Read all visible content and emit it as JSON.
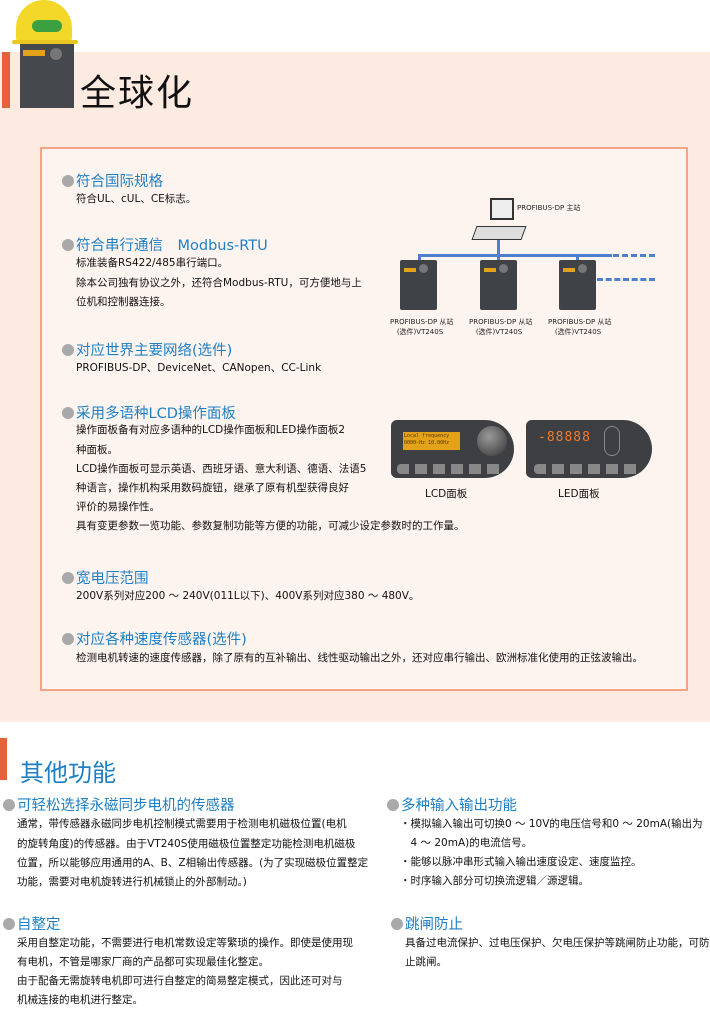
{
  "section1": {
    "title": "全球化",
    "features": [
      {
        "heading": "符合国际规格",
        "lines": [
          "符合UL、cUL、CE标志。"
        ]
      },
      {
        "heading": "符合串行通信　Modbus-RTU",
        "lines": [
          "标准装备RS422/485串行端口。",
          "除本公司独有协议之外，还符合Modbus-RTU，可方便地与上",
          "位机和控制器连接。"
        ]
      },
      {
        "heading": "对应世界主要网络(选件)",
        "lines": [
          "PROFIBUS-DP、DeviceNet、CANopen、CC-Link"
        ]
      },
      {
        "heading": "采用多语种LCD操作面板",
        "lines": [
          "操作面板备有对应多语种的LCD操作面板和LED操作面板2",
          "种面板。",
          "LCD操作面板可显示英语、西班牙语、意大利语、德语、法语5",
          "种语言，操作机构采用数码旋钮，继承了原有机型获得良好",
          "评价的易操作性。",
          "具有变更参数一览功能、参数复制功能等方便的功能，可减少设定参数时的工作量。"
        ]
      },
      {
        "heading": "宽电压范围",
        "lines": [
          "200V系列对应200 ～ 240V(011L以下)、400V系列对应380 ～ 480V。"
        ]
      },
      {
        "heading": "对应各种速度传感器(选件)",
        "lines": [
          "检测电机转速的速度传感器，除了原有的互补输出、线性驱动输出之外，还对应串行输出、欧洲标准化使用的正弦波输出。"
        ]
      }
    ],
    "network_diagram": {
      "master_label": "PROFIBUS-DP 主站",
      "slave_label_line1": "PROFIBUS-DP 从站",
      "slave_label_line2": "(选件)VT240S"
    },
    "panels": {
      "lcd_label": "LCD面板",
      "led_label": "LED面板",
      "lcd_screen_line1": "Local frequency",
      "lcd_screen_line2": "0000-Hz  10.00Hz",
      "led_display": "-88888"
    }
  },
  "section2": {
    "title": "其他功能",
    "left": [
      {
        "heading": "可轻松选择永磁同步电机的传感器",
        "lines": [
          "通常，带传感器永磁同步电机控制模式需要用于检测电机磁极位置(电机",
          "的旋转角度)的传感器。由于VT240S使用磁极位置整定功能检测电机磁极",
          "位置，所以能够应用通用的A、B、Z相输出传感器。(为了实现磁极位置整定",
          "功能，需要对电机旋转进行机械锁止的外部制动。)"
        ]
      },
      {
        "heading": "自整定",
        "lines": [
          "采用自整定功能，不需要进行电机常数设定等繁琐的操作。即使是使用现",
          "有电机，不管是哪家厂商的产品都可实现最佳化整定。",
          "由于配备无需旋转电机即可进行自整定的简易整定模式，因此还可对与",
          "机械连接的电机进行整定。"
        ]
      }
    ],
    "right": [
      {
        "heading": "多种输入输出功能",
        "lines": [
          "・模拟输入输出可切换0 ～ 10V的电压信号和0 ～ 20mA(输出为",
          "　4 ～ 20mA)的电流信号。",
          "・能够以脉冲串形式输入输出速度设定、速度监控。",
          "・时序输入部分可切换流逻辑／源逻辑。"
        ]
      },
      {
        "heading": "跳闸防止",
        "lines": [
          "具备过电流保护、过电压保护、欠电压保护等跳闸防止功能，可防",
          "止跳闸。"
        ]
      }
    ]
  },
  "colors": {
    "accent_orange": "#e8603a",
    "heading_blue": "#1f7fc4",
    "background_pink": "#fdeae0"
  }
}
